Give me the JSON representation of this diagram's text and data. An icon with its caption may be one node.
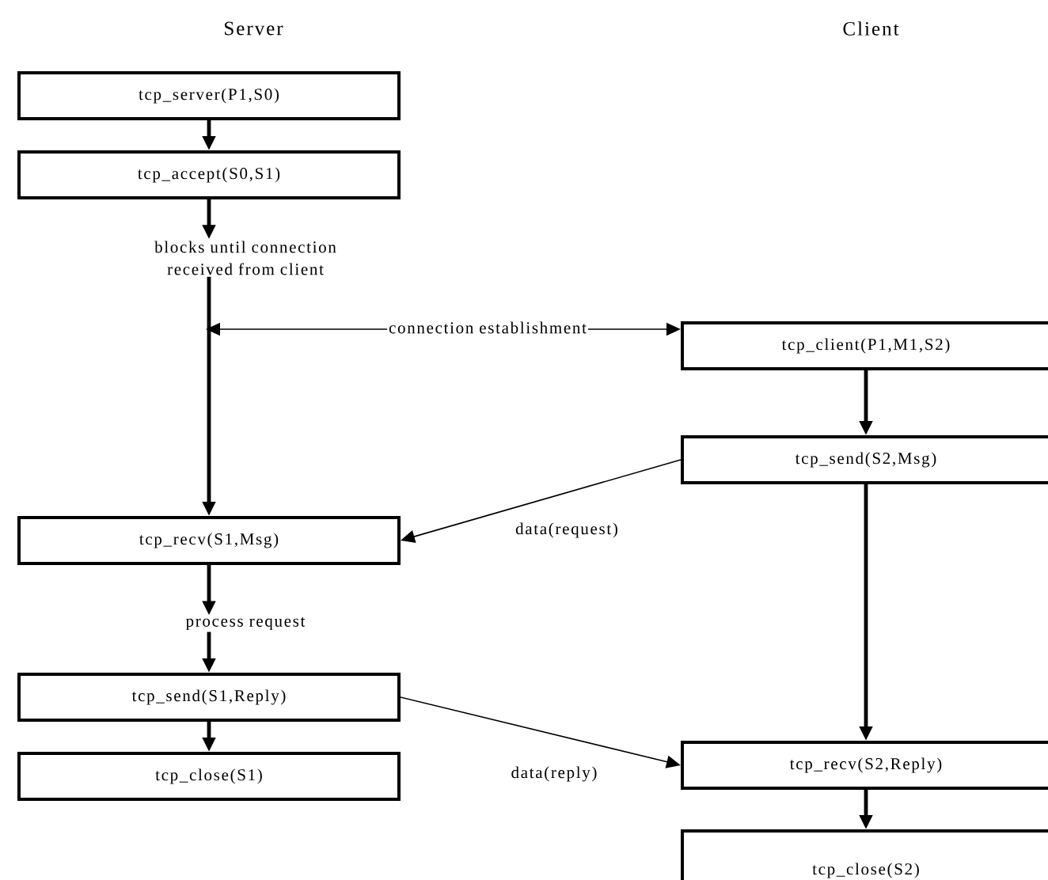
{
  "diagram": {
    "nodes": [
      {
        "text": [
          "tcp_server(P1,S0)"
        ]
      },
      {
        "text": [
          "tcp_accept(S0,S1)"
        ]
      },
      {
        "text": [
          "blocks until connection received from client"
        ]
      },
      {
        "text": [
          "tcp_recv(S1,Msg)"
        ]
      },
      {
        "text": [
          "process request"
        ]
      },
      {
        "text": [
          "tcp_send(S1,Reply)"
        ]
      },
      {
        "text": [
          "tcp_close(S1)"
        ]
      },
      {
        "text": [
          "tcp_client(P1,M1,S2)"
        ]
      },
      {
        "text": [
          "tcp_send(S2,Msg)"
        ]
      },
      {
        "text": [
          "tcp_recv(S2,Reply)"
        ]
      },
      {
        "text": [
          "tcp_close(S2)"
        ]
      }
    ],
    "edges": [
      {
        "from": 0,
        "to": 1,
        "arrow": "to"
      },
      {
        "from": 1,
        "to": 2,
        "arrow": "to"
      },
      {
        "from": 2,
        "to": 3,
        "arrow": "to"
      },
      {
        "from": null,
        "to": 7,
        "arrow": "both",
        "label": "connection establishment"
      },
      {
        "from": 7,
        "to": 8,
        "arrow": "to"
      },
      {
        "from": 8,
        "to": 3,
        "arrow": "to",
        "label": "data(request)"
      },
      {
        "from": 3,
        "to": 4,
        "arrow": "to"
      },
      {
        "from": 4,
        "to": 5,
        "arrow": "to"
      },
      {
        "from": 5,
        "to": 6,
        "arrow": "to"
      },
      {
        "from": 8,
        "to": 9,
        "arrow": "to"
      },
      {
        "from": 5,
        "to": 9,
        "arrow": "to",
        "label": "data(reply)"
      },
      {
        "from": 9,
        "to": 10,
        "arrow": "to"
      }
    ],
    "labels": [
      "Server",
      "Client"
    ]
  }
}
